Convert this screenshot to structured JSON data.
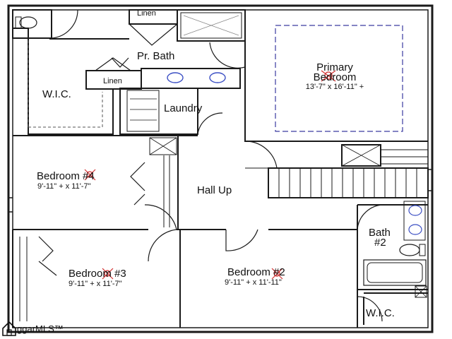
{
  "rooms": {
    "linen_top": "Linen",
    "pr_bath": "Pr. Bath",
    "linen_mid": "Linen",
    "wic_left": "W.I.C.",
    "laundry": "Laundry",
    "primary_line1": "Primary",
    "primary_line2": "Bedroom",
    "primary_dim": "13'-7\" x 16'-11\" +",
    "bed4_name": "Bedroom #4",
    "bed4_dim": "9'-11\" + x 11'-7\"",
    "hall": "Hall Up",
    "bath2_line1": "Bath",
    "bath2_line2": "#2",
    "bed3_name": "Bedroom #3",
    "bed3_dim": "9'-11\" + x 11'-7\"",
    "bed2_name": "Bedroom #2",
    "bed2_dim": "9'-11\" + x 11'-11\"",
    "wic_right": "W.I.C."
  },
  "watermark": {
    "text": "ggarMLS™"
  },
  "colors": {
    "wall": "#1a1a1a",
    "closet_dash": "#555555",
    "primary_dash": "#3a3aa0",
    "fan_mark": "#d23030",
    "fixture_blue": "#3b4fc4"
  }
}
